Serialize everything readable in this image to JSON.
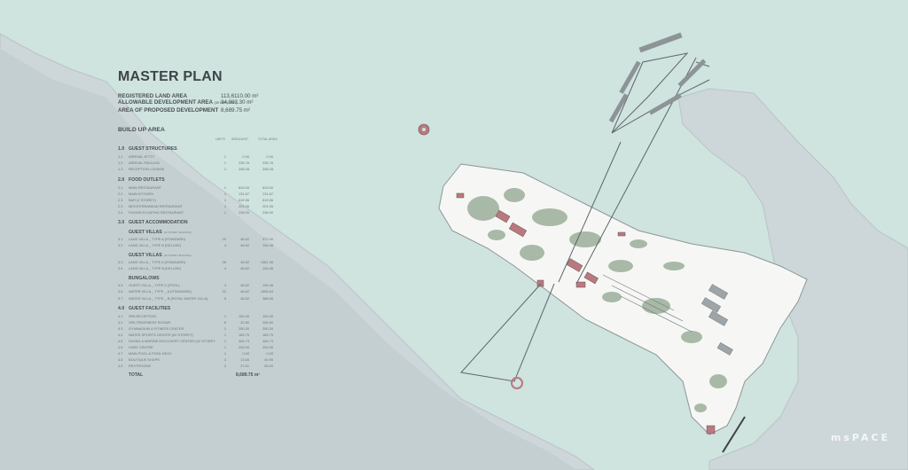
{
  "title": "MASTER PLAN",
  "summary": [
    {
      "label": "REGISTERED LAND AREA",
      "value": "113,6110.00 m²"
    },
    {
      "label": "ALLOWABLE DEVELOPMENT AREA",
      "note": "(30 PERCENT)",
      "value": "34,083.30 m²"
    },
    {
      "label": "AREA OF PROPOSED DEVELOPMENT",
      "value": "8,689.75 m²"
    }
  ],
  "build_up": {
    "heading": "BUILD UP AREA",
    "columns": [
      "UNITS",
      "AREA/UNIT",
      "TOTAL AREA"
    ],
    "sections": [
      {
        "num": "1.0",
        "name": "GUEST STRUCTURES",
        "groups": [
          {
            "name": "",
            "note": "",
            "rows": [
              {
                "num": "1.1",
                "name": "ARRIVAL JETTY",
                "units": "1",
                "area": "0.00",
                "total": "0.00"
              },
              {
                "num": "1.2",
                "name": "ARRIVAL PAVILION",
                "units": "1",
                "area": "235.76",
                "total": "235.76"
              },
              {
                "num": "1.3",
                "name": "RECEPTION LOUNGE",
                "units": "1",
                "area": "208.28",
                "total": "208.28"
              }
            ]
          }
        ]
      },
      {
        "num": "2.0",
        "name": "FOOD OUTLETS",
        "groups": [
          {
            "name": "",
            "note": "",
            "rows": [
              {
                "num": "2.1",
                "name": "MAIN RESTAURANT",
                "units": "1",
                "area": "619.00",
                "total": "619.00"
              },
              {
                "num": "2.2",
                "name": "MAIN KITCHEN",
                "units": "1",
                "area": "211.67",
                "total": "211.67"
              },
              {
                "num": "2.3",
                "name": "BAR (2 STOREY)",
                "units": "1",
                "area": "619.56",
                "total": "619.56"
              },
              {
                "num": "2.3",
                "name": "MEDITERRANEAN RESTAURANT",
                "units": "1",
                "area": "201.06",
                "total": "201.06"
              },
              {
                "num": "2.4",
                "name": "FUSION FLOATING RESTAURANT",
                "units": "1",
                "area": "238.90",
                "total": "238.90"
              }
            ]
          }
        ]
      },
      {
        "num": "3.0",
        "name": "GUEST ACCOMMODATION",
        "groups": [
          {
            "name": "GUEST VILLAS",
            "note": "(02 STOREY BUILDING)",
            "rows": [
              {
                "num": "3.1",
                "name": "LAND VILLA _ TYPE A (STANDARD)",
                "units": "20",
                "area": "48.62",
                "total": "972.40"
              },
              {
                "num": "3.2",
                "name": "LAND VILLA _ TYPE B (DELUXE)",
                "units": "4",
                "area": "48.62",
                "total": "194.48"
              }
            ]
          },
          {
            "name": "GUEST VILLAS",
            "note": "(02 STOREY BUILDING)",
            "rows": [
              {
                "num": "3.3",
                "name": "LAND VILLA _ TYPE A (STANDARD)",
                "units": "28",
                "area": "48.62",
                "total": "1361.36"
              },
              {
                "num": "3.4",
                "name": "LAND VILLA _ TYPE B (DELUXE)",
                "units": "4",
                "area": "48.62",
                "total": "194.48"
              }
            ]
          },
          {
            "name": "BUNGALOWS",
            "note": "",
            "rows": [
              {
                "num": "3.5",
                "name": "GUEST VILLA _ TYPE C (POOL)",
                "units": "4",
                "area": "48.62",
                "total": "194.48"
              },
              {
                "num": "3.6",
                "name": "WATER VILLA _ TYPE _ A (STANDARD)",
                "units": "32",
                "area": "48.62",
                "total": "1555.84"
              },
              {
                "num": "3.7",
                "name": "WATER VILLA _ TYPE _ B (ROYAL WATER VILLA)",
                "units": "8",
                "area": "48.62",
                "total": "388.96"
              }
            ]
          }
        ]
      },
      {
        "num": "4.0",
        "name": "GUEST FACILITIES",
        "groups": [
          {
            "name": "",
            "note": "",
            "rows": [
              {
                "num": "4.1",
                "name": "SPA RECEPTION",
                "units": "1",
                "area": "109.40",
                "total": "109.40"
              },
              {
                "num": "4.2",
                "name": "SPA TREATMENT ROOMS",
                "units": "6",
                "area": "42.80",
                "total": "256.80"
              },
              {
                "num": "4.3",
                "name": "GYMNASIUM & FITNESS CENTER",
                "units": "1",
                "area": "250.00",
                "total": "250.00"
              },
              {
                "num": "4.4",
                "name": "WATER SPORTS CENTER (02 STOREY)",
                "units": "1",
                "area": "183.79",
                "total": "183.79"
              },
              {
                "num": "4.5",
                "name": "DIVING & MARINE DISCOVERY CENTER (02 STOREY)",
                "units": "1",
                "area": "464.73",
                "total": "464.73"
              },
              {
                "num": "4.6",
                "name": "CARE CENTRE",
                "units": "1",
                "area": "200.00",
                "total": "200.00"
              },
              {
                "num": "4.7",
                "name": "MAIN POOL & POOL DECK",
                "units": "1",
                "area": "0.00",
                "total": "0.00"
              },
              {
                "num": "4.8",
                "name": "BOUTIQUE SHOPS",
                "units": "3",
                "area": "13.65",
                "total": "40.95"
              },
              {
                "num": "4.9",
                "name": "RESTROOMS",
                "units": "2",
                "area": "27.61",
                "total": "55.20"
              }
            ]
          }
        ]
      }
    ],
    "total_label": "TOTAL",
    "total_value": "8,689.75 m²"
  },
  "logo": "msPACE",
  "colors": {
    "sea": "#cfe3df",
    "mainland": "#cdd6d9",
    "island": "#f6f7f5",
    "vegetation": "#9caf9b",
    "buildings": "#b8797f",
    "text": "#4a4f52"
  }
}
